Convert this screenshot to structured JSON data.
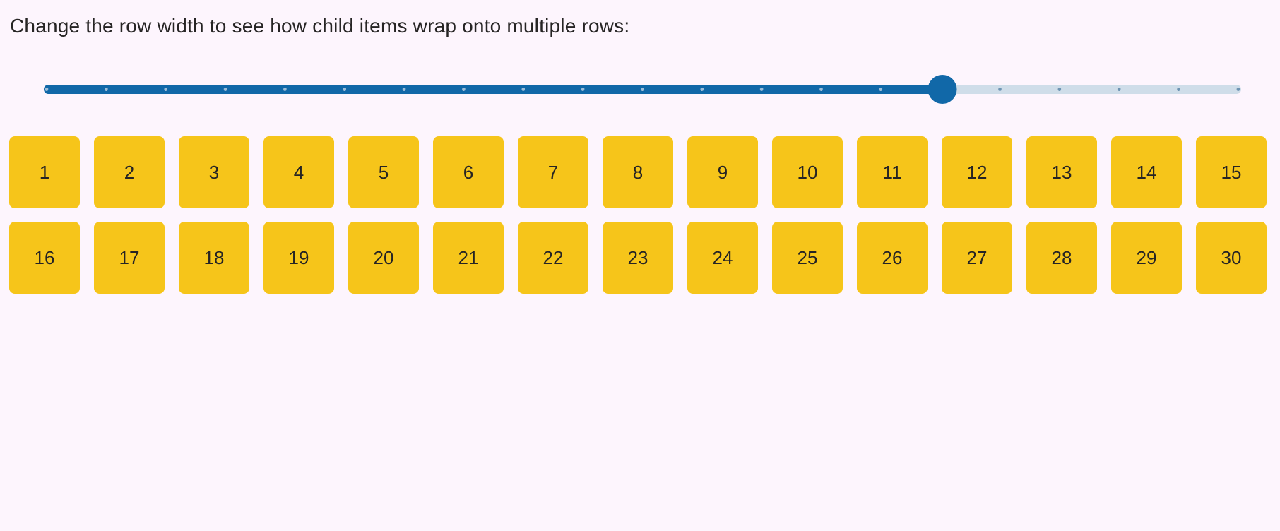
{
  "title": "Change the row width to see how child items wrap onto multiple rows:",
  "slider": {
    "percent": 75.04,
    "tick_count": 21,
    "min_percent": 0,
    "max_percent": 100
  },
  "grid": {
    "items": [
      "1",
      "2",
      "3",
      "4",
      "5",
      "6",
      "7",
      "8",
      "9",
      "10",
      "11",
      "12",
      "13",
      "14",
      "15",
      "16",
      "17",
      "18",
      "19",
      "20",
      "21",
      "22",
      "23",
      "24",
      "25",
      "26",
      "27",
      "28",
      "29",
      "30"
    ]
  },
  "colors": {
    "background": "#fdf5fd",
    "accent_blue": "#1168a8",
    "track_rest": "#cfdde9",
    "tick_on_fill": "#9dbdd8",
    "tick_on_rest": "#6e94b3",
    "tile_yellow": "#f6c51a",
    "text_dark": "#262424"
  }
}
